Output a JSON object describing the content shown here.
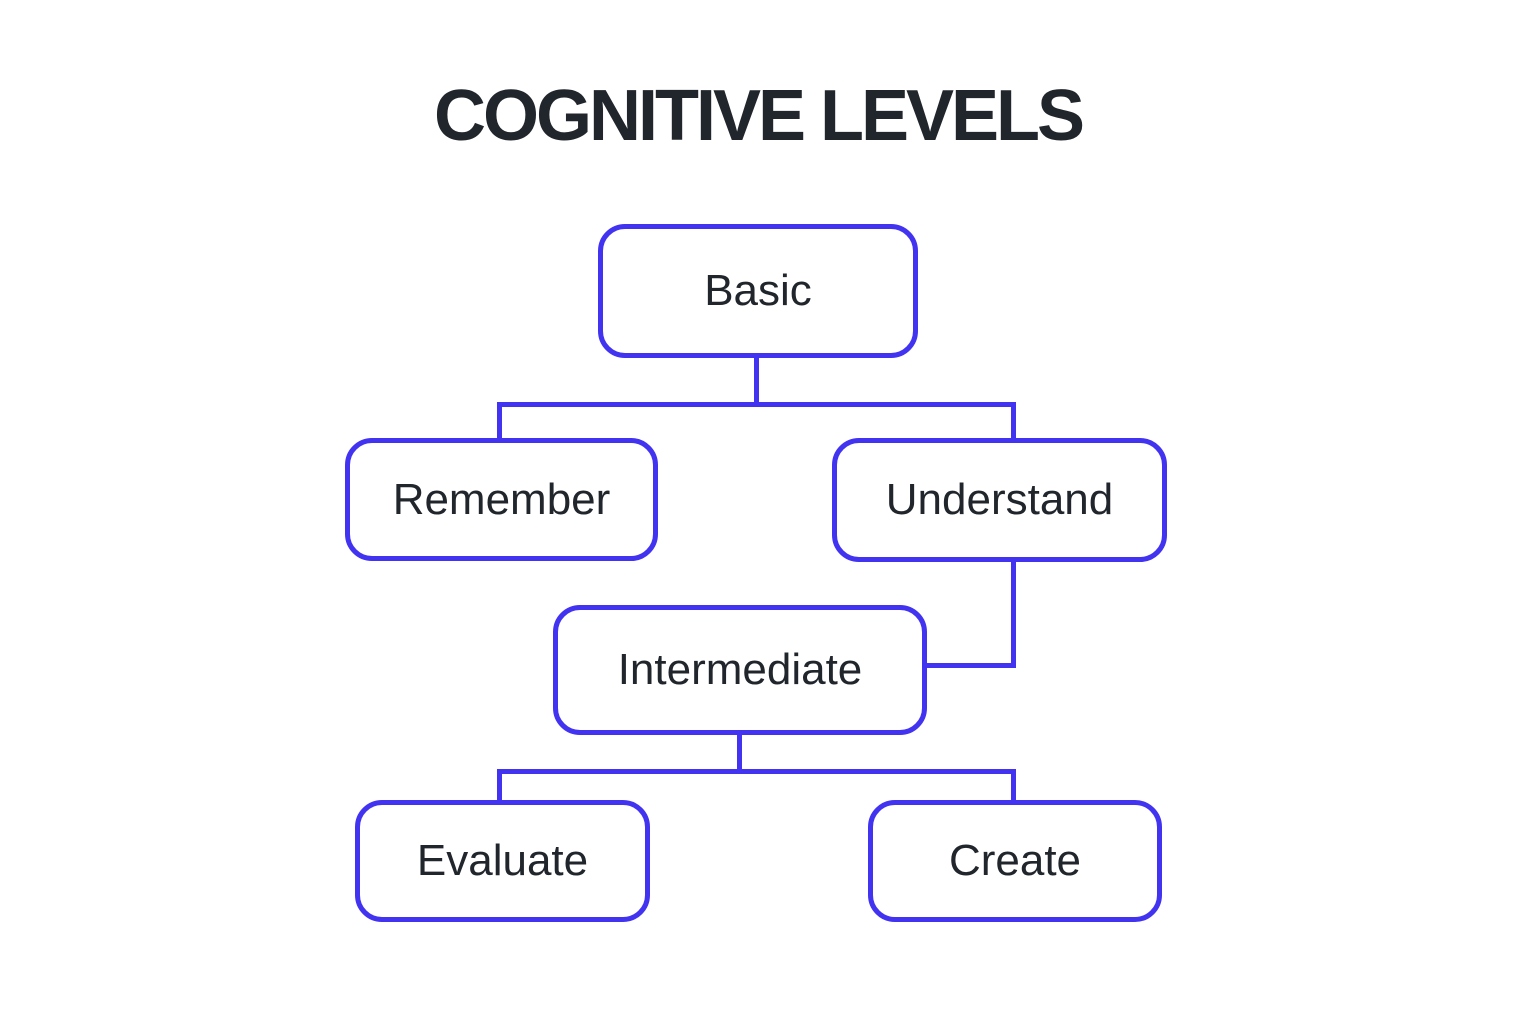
{
  "title": "COGNITIVE LEVELS",
  "colors": {
    "accent": "#4133f0",
    "text": "#21262d",
    "background": "#ffffff"
  },
  "nodes": {
    "basic": {
      "label": "Basic"
    },
    "remember": {
      "label": "Remember"
    },
    "understand": {
      "label": "Understand"
    },
    "intermediate": {
      "label": "Intermediate"
    },
    "evaluate": {
      "label": "Evaluate"
    },
    "create": {
      "label": "Create"
    }
  },
  "edges": [
    {
      "from": "Basic",
      "to": "Remember"
    },
    {
      "from": "Basic",
      "to": "Understand"
    },
    {
      "from": "Understand",
      "to": "Intermediate"
    },
    {
      "from": "Intermediate",
      "to": "Evaluate"
    },
    {
      "from": "Intermediate",
      "to": "Create"
    }
  ]
}
